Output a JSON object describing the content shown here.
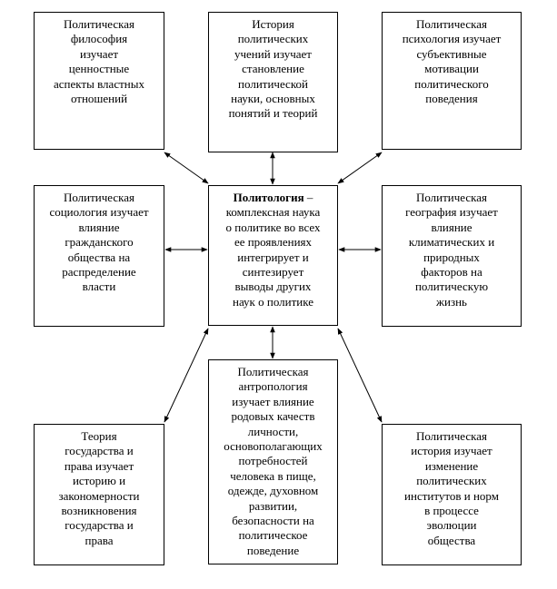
{
  "center": {
    "title": "Политология",
    "lines": [
      "– комплексная наука",
      "о политике во всех",
      "ее проявлениях",
      "интегрирует и",
      "синтезирует",
      "выводы других",
      "наук о политике"
    ]
  },
  "boxes": [
    {
      "id": "philosophy",
      "lines": [
        "Политическая",
        "философия",
        "изучает",
        "ценностные",
        "аспекты властных",
        "отношений"
      ]
    },
    {
      "id": "history-of-teachings",
      "lines": [
        "История",
        "политических",
        "учений изучает",
        "становление",
        "политической",
        "науки, основных",
        "понятий и теорий"
      ]
    },
    {
      "id": "psychology",
      "lines": [
        "Политическая",
        "психология изучает",
        "субъективные",
        "мотивации",
        "политического",
        "поведения"
      ]
    },
    {
      "id": "sociology",
      "lines": [
        "Политическая",
        "социология изучает",
        "влияние",
        "гражданского",
        "общества на",
        "распределение",
        "власти"
      ]
    },
    {
      "id": "geography",
      "lines": [
        "Политическая",
        "география изучает",
        "влияние",
        "климатических и",
        "природных",
        "факторов на",
        "политическую",
        "жизнь"
      ]
    },
    {
      "id": "anthropology",
      "lines": [
        "Политическая",
        "антропология",
        "изучает влияние",
        "родовых качеств",
        "личности,",
        "основополагающих",
        "потребностей",
        "человека в пище,",
        "одежде, духовном",
        "развитии,",
        "безопасности на",
        "политическое",
        "поведение"
      ]
    },
    {
      "id": "state-law-theory",
      "lines": [
        "Теория",
        "государства и",
        "права изучает",
        "историю и",
        "закономерности",
        "возникновения",
        "государства и",
        "права"
      ]
    },
    {
      "id": "political-history",
      "lines": [
        "Политическая",
        "история изучает",
        "изменение",
        "политических",
        "институтов и норм",
        "в процессе",
        "эволюции",
        "общества"
      ]
    }
  ]
}
